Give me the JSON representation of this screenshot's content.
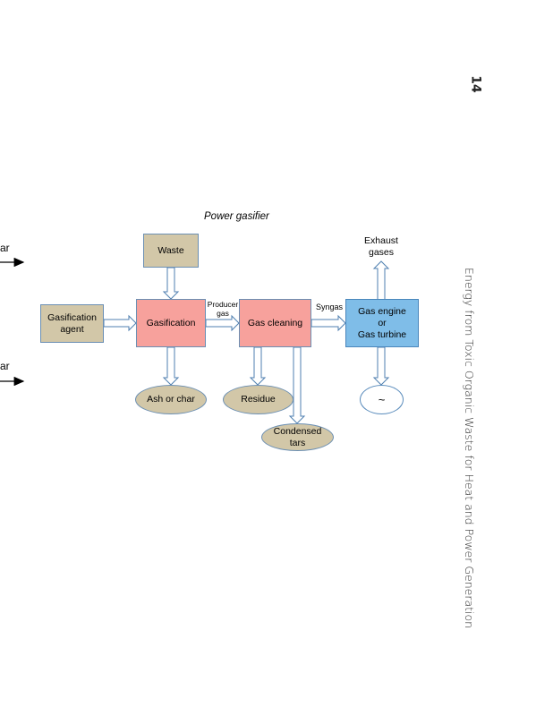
{
  "page": {
    "page_number": "14",
    "running_head": "Energy from Toxic Organic Waste for Heat and Power Generation"
  },
  "diagram": {
    "title": "Power gasifier",
    "nodes": {
      "waste": "Waste",
      "gasification_agent": "Gasification agent",
      "gasification": "Gasification",
      "gas_cleaning": "Gas cleaning",
      "gas_engine": [
        "Gas engine",
        "or",
        "Gas turbine"
      ],
      "exhaust_gases": [
        "Exhaust",
        "gases"
      ],
      "ash_or_char": "Ash or char",
      "residue": "Residue",
      "condensed_tars": [
        "Condensed",
        "tars"
      ],
      "generator_symbol": "~"
    },
    "edge_labels": {
      "producer_gas": [
        "Producer",
        "gas"
      ],
      "syngas": "Syngas"
    },
    "cut_off_left": [
      "ar",
      "ar"
    ]
  }
}
